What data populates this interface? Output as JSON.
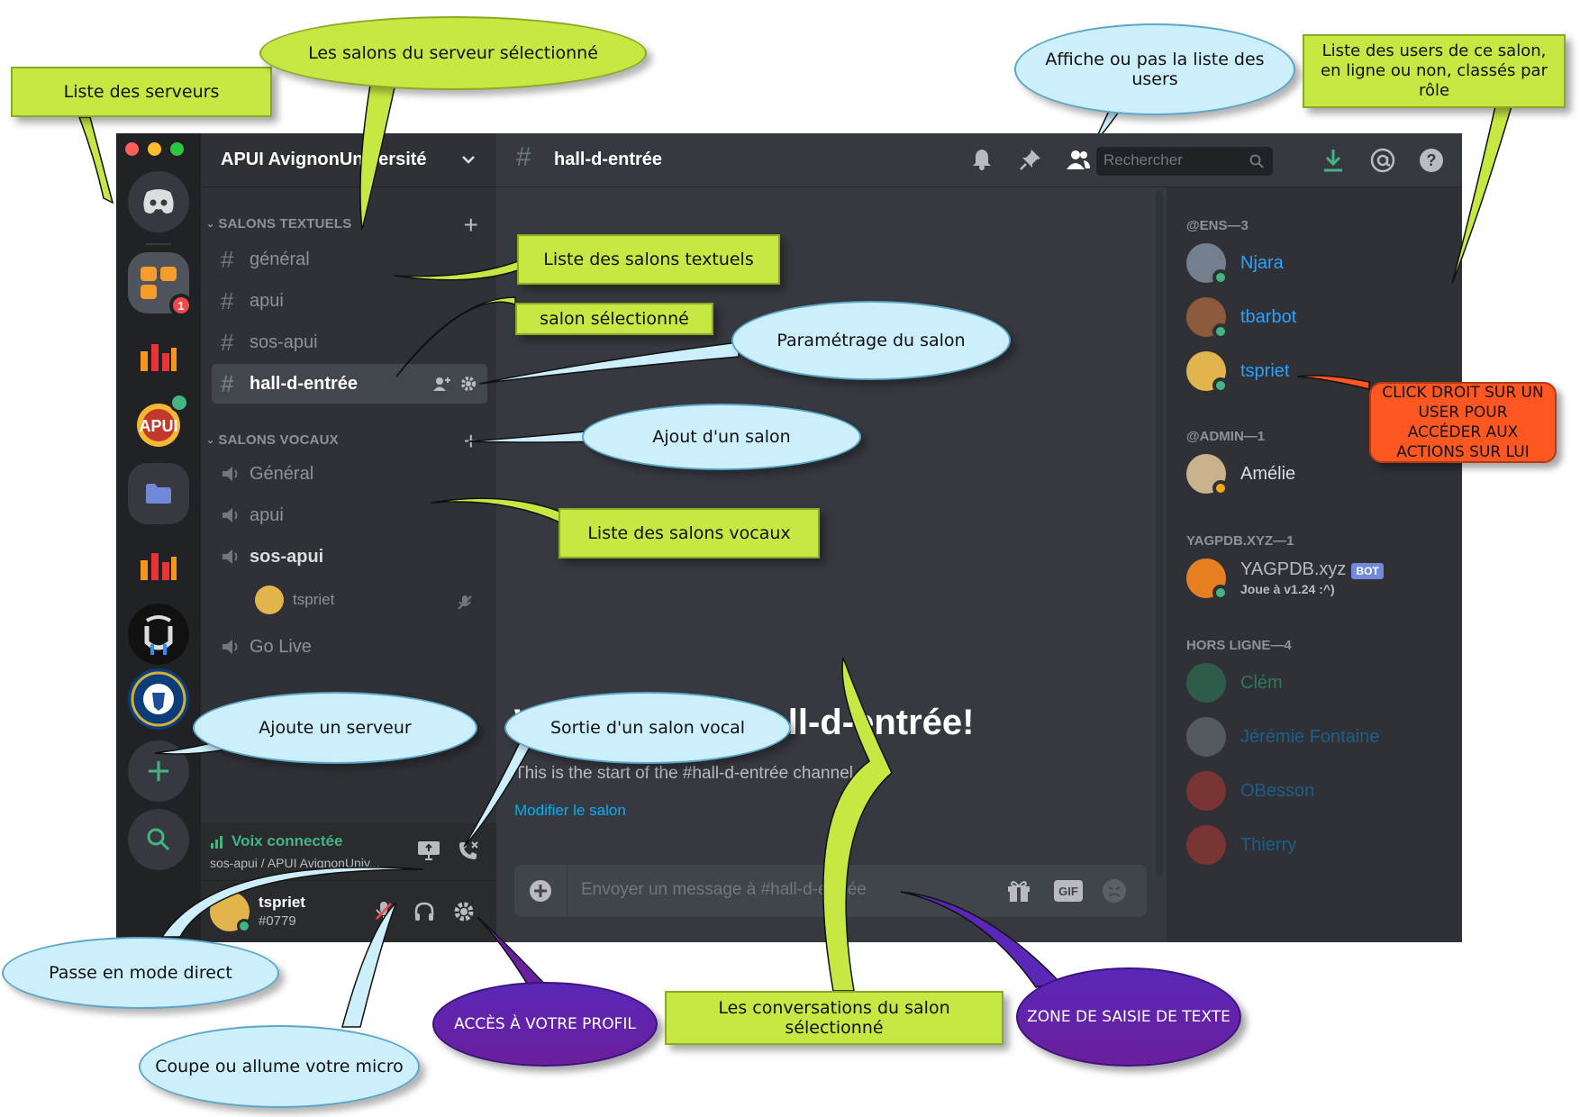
{
  "server": {
    "name": "APUI AvignonUniversité",
    "guild_badge": "1"
  },
  "categories": {
    "text": "SALONS TEXTUELS",
    "voice": "SALONS VOCAUX"
  },
  "text_channels": [
    {
      "name": "général"
    },
    {
      "name": "apui"
    },
    {
      "name": "sos-apui"
    },
    {
      "name": "hall-d-entrée"
    }
  ],
  "voice_channels": [
    {
      "name": "Général"
    },
    {
      "name": "apui"
    },
    {
      "name": "sos-apui"
    },
    {
      "name": "Go Live"
    }
  ],
  "voice_user": "tspriet",
  "voice_panel": {
    "status": "Voix connectée",
    "channel": "sos-apui / APUI AvignonUniv..."
  },
  "user_panel": {
    "name": "tspriet",
    "tag": "#0779"
  },
  "channel_header": {
    "name": "hall-d-entrée",
    "search_placeholder": "Rechercher"
  },
  "chat": {
    "welcome_title": "Welcome to #hall-d-entrée!",
    "welcome_sub": "This is the start of the #hall-d-entrée channel.",
    "edit_link": "Modifier le salon",
    "composer_placeholder": "Envoyer un message à #hall-d-entrée"
  },
  "members": {
    "roles": [
      {
        "label": "@ENS—3"
      },
      {
        "label": "@ADMIN—1"
      },
      {
        "label": "YAGPDB.XYZ—1"
      },
      {
        "label": "HORS LIGNE—4"
      }
    ],
    "users": [
      {
        "name": "Njara",
        "color": "#2aa2ff",
        "status": "online"
      },
      {
        "name": "tbarbot",
        "color": "#2aa2ff",
        "status": "online"
      },
      {
        "name": "tspriet",
        "color": "#2aa2ff",
        "status": "online"
      },
      {
        "name": "Amélie",
        "color": "#dcddde",
        "status": "idle"
      },
      {
        "name": "YAGPDB.xyz",
        "color": "#b9bbbe",
        "status": "online",
        "badge": "BOT",
        "activity": "Joue à v1.24 :^)"
      },
      {
        "name": "Clém",
        "color": "#2e7a55",
        "status": "offline"
      },
      {
        "name": "Jérémie Fontaine",
        "color": "#1d5f8a",
        "status": "offline"
      },
      {
        "name": "OBesson",
        "color": "#1d5f8a",
        "status": "offline"
      },
      {
        "name": "Thierry",
        "color": "#1d5f8a",
        "status": "offline"
      }
    ]
  },
  "annotations": {
    "server_list": "Liste des serveurs",
    "server_channels": "Les salons du serveur sélectionné",
    "toggle_users": "Affiche ou pas la liste des users",
    "users_list": "Liste des users de ce salon, en ligne ou non, classés par rôle",
    "text_channels": "Liste des salons textuels",
    "selected_channel": "salon sélectionné",
    "channel_settings": "Paramétrage du salon",
    "add_channel": "Ajout d'un salon",
    "voice_channels": "Liste des salons vocaux",
    "right_click_user": "CLICK DROIT SUR UN USER POUR ACCÉDER AUX ACTIONS SUR LUI",
    "add_server": "Ajoute un serveur",
    "leave_voice": "Sortie d'un salon vocal",
    "go_live": "Passe en mode direct",
    "mic_toggle": "Coupe ou allume votre micro",
    "profile_access": "ACCÈS À VOTRE PROFIL",
    "conversations": "Les conversations du salon sélectionné",
    "text_input": "ZONE DE SAISIE DE TEXTE"
  },
  "colors": {
    "accent": "#7289da",
    "online": "#43b581",
    "idle": "#faa61a",
    "danger": "#f04747",
    "link": "#00b0f4"
  }
}
